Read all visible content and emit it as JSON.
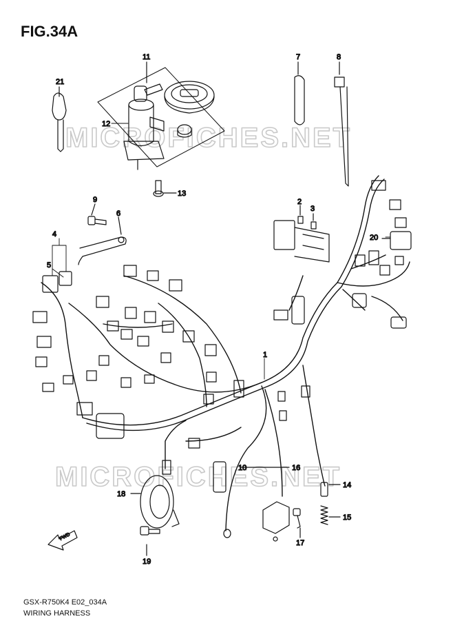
{
  "figure": {
    "title": "FIG.34A"
  },
  "watermark": {
    "text": "MICROFICHES.NET"
  },
  "footer": {
    "code": "GSX-R750K4 E02_034A",
    "title": "WIRING HARNESS"
  },
  "fwd_label": "FWD",
  "callouts": [
    {
      "num": "1",
      "part": "wiring-harness"
    },
    {
      "num": "2",
      "part": "fuse"
    },
    {
      "num": "3",
      "part": "fuse"
    },
    {
      "num": "4",
      "part": "connector"
    },
    {
      "num": "5",
      "part": "connector"
    },
    {
      "num": "6",
      "part": "bracket"
    },
    {
      "num": "7",
      "part": "clamp"
    },
    {
      "num": "8",
      "part": "cable-tie"
    },
    {
      "num": "9",
      "part": "bolt"
    },
    {
      "num": "10",
      "part": "ground-wire"
    },
    {
      "num": "11",
      "part": "lock-set"
    },
    {
      "num": "12",
      "part": "ignition-switch"
    },
    {
      "num": "13",
      "part": "screw"
    },
    {
      "num": "14",
      "part": "switch"
    },
    {
      "num": "15",
      "part": "spring"
    },
    {
      "num": "16",
      "part": "wire"
    },
    {
      "num": "17",
      "part": "bolt"
    },
    {
      "num": "18",
      "part": "horn"
    },
    {
      "num": "19",
      "part": "bolt"
    },
    {
      "num": "20",
      "part": "relay"
    },
    {
      "num": "21",
      "part": "key"
    }
  ],
  "colors": {
    "line": "#111111",
    "watermark": "#c9c9c9",
    "background": "#ffffff"
  }
}
